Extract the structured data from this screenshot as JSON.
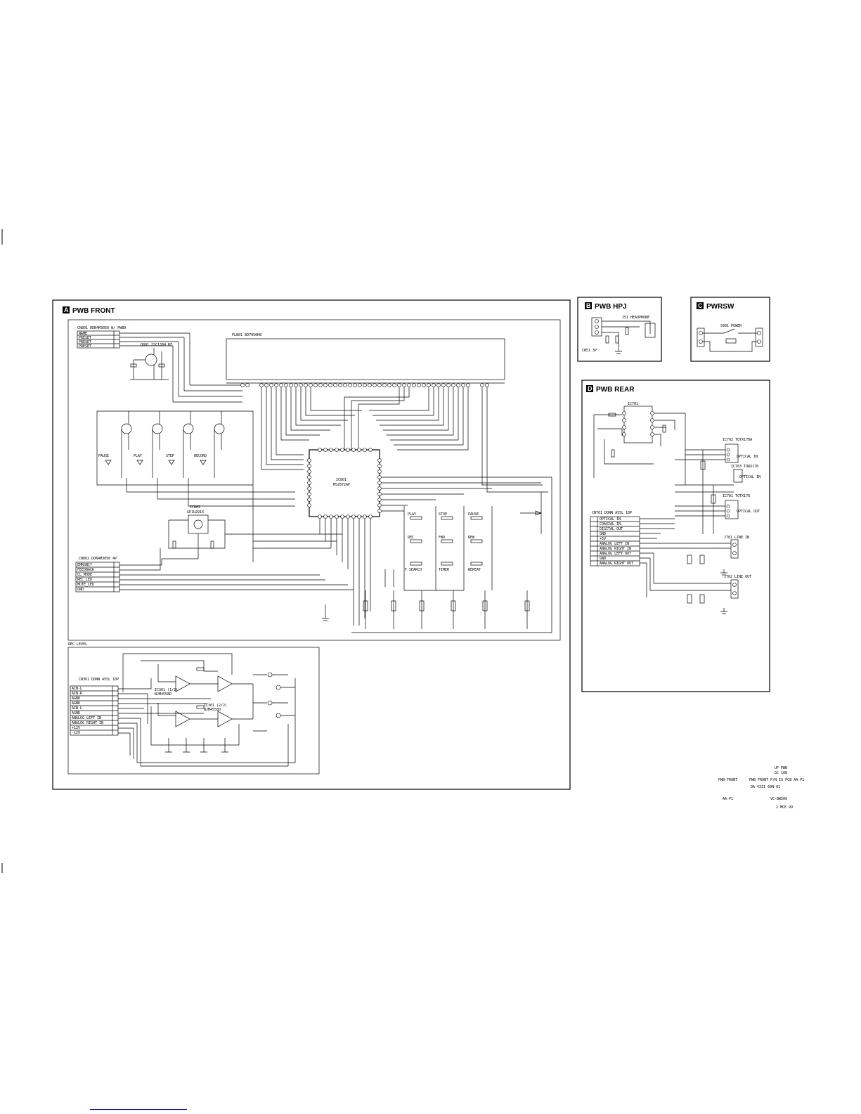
{
  "sheets": {
    "a": {
      "letter": "A",
      "title": "PWB FRONT"
    },
    "b": {
      "letter": "B",
      "title": "PWB HPJ"
    },
    "c": {
      "letter": "C",
      "title": "PWRSW"
    },
    "d": {
      "letter": "D",
      "title": "PWB REAR"
    }
  },
  "front": {
    "cn801": {
      "ref": "CN801 DDN4M3050 W/ PWB9",
      "pins": [
        "NAME",
        "PRESET",
        "PRESET",
        "PRESET"
      ]
    },
    "q801_label": "Q801 2SC1384 RF",
    "fl_display": "FL801 8D7050H8",
    "keys": [
      "PAUSE",
      "PLAY",
      "STEP",
      "RECORD"
    ],
    "ic801": {
      "ref": "IC801",
      "part": "M52872AP"
    },
    "ic802": {
      "ref": "IC802",
      "part": "GP1U291X"
    },
    "cn802": {
      "ref": "CN802 DDN4M3050 4P",
      "pins": [
        "EMRGNCY",
        "FEEDBACK",
        "CL_MODE",
        "REC_LED",
        "MUTE_LED",
        "GND"
      ]
    },
    "switches": [
      "PLAY",
      "STOP",
      "PAUSE",
      "REC",
      "FWD",
      "REW",
      "F.SEARCH",
      "TIMER",
      "REPEAT"
    ]
  },
  "rec_level": {
    "label": "REC LEVEL",
    "ic301a": {
      "ref": "IC301 (1/2)",
      "part": "NJM4558D"
    },
    "ic301b": {
      "ref": "IC301 (2/2)",
      "part": "NJM4558D"
    },
    "cn301": {
      "ref": "CN301 DDNN A55L 10P",
      "pins": [
        "AIN-L",
        "AIN-R",
        "AGND",
        "AGND",
        "AIN-L",
        "AGND",
        "ANALOG LEFT IN",
        "ANALOG RIGHT IN",
        "+12V",
        "-12V"
      ]
    }
  },
  "hpj": {
    "ref": "CN51 3P",
    "jack": "J51 HEADPHONE"
  },
  "pwrsw": {
    "ref": "S901 POWER"
  },
  "rear": {
    "ic_top": "IC701",
    "ic702": "IC702 TOTX178A",
    "ic703": "IC703 TORX178",
    "ic701": "IC701 TOTX178",
    "out_labels": [
      "OPTICAL IN",
      "OPTICAL OUT"
    ],
    "cn701": {
      "ref": "CN701 DDNN A55L 10P",
      "pins": [
        "OPTICAL IN",
        "COAXIAL IN",
        "DIGITAL OUT",
        "GND",
        "+5V",
        "ANALOG LEFT IN",
        "ANALOG RIGHT IN",
        "ANALOG LEFT OUT",
        "GND",
        "ANALOG RIGHT OUT"
      ]
    },
    "jacks": [
      "J701 LINE IN",
      "J702 LINE OUT"
    ]
  },
  "notes": {
    "l1": "UF PWB",
    "l2": "GC 108",
    "l3": "PWB-FRONT",
    "l4": "PWB FRONT P/N IS PCB AA-P1",
    "l5": "9A 4III 60N 01",
    "l6": "AA-P1",
    "l7": "VC-BW500",
    "l8": "2 MCE 99"
  }
}
